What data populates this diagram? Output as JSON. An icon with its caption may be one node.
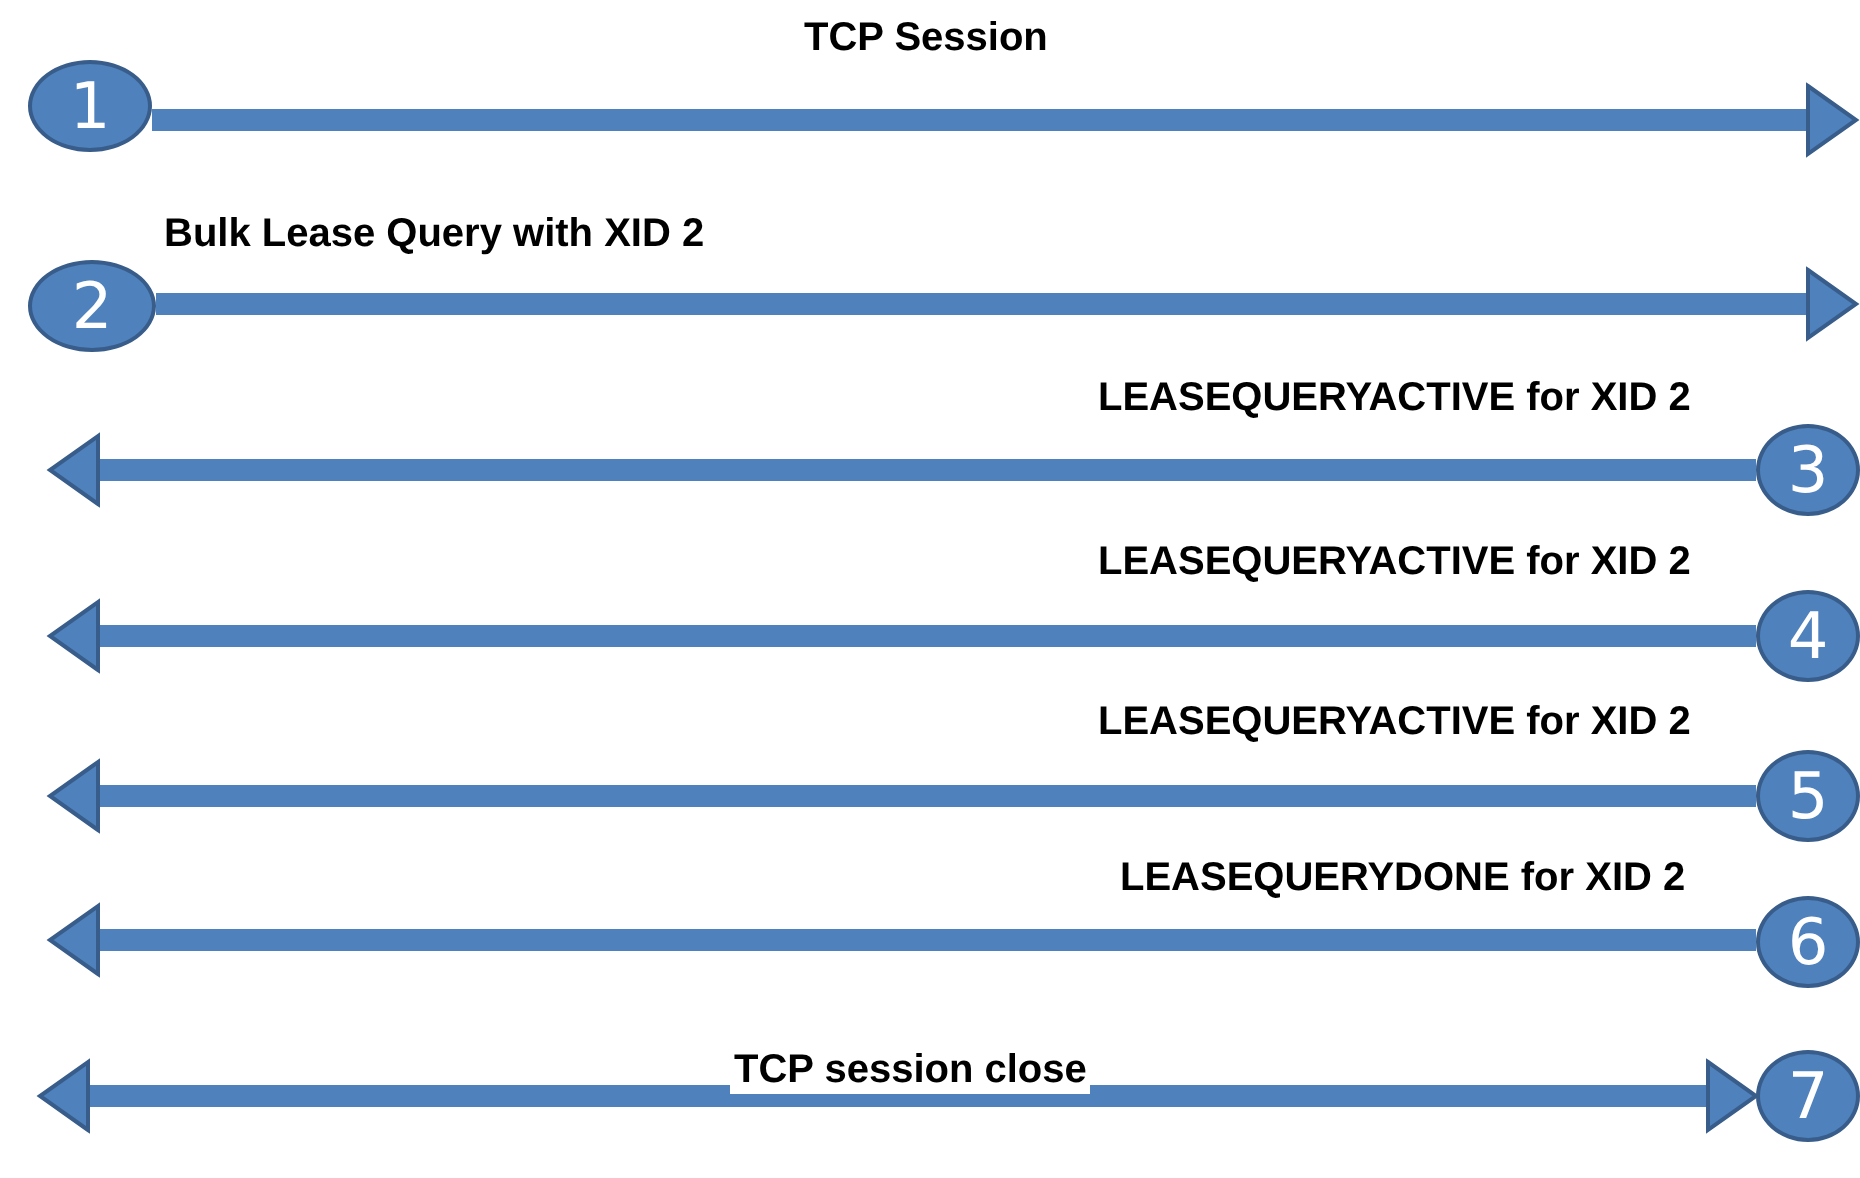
{
  "diagram": {
    "nodes": [
      {
        "text": [
          "1"
        ]
      },
      {
        "text": [
          "2"
        ]
      },
      {
        "text": [
          "3"
        ]
      },
      {
        "text": [
          "4"
        ]
      },
      {
        "text": [
          "5"
        ]
      },
      {
        "text": [
          "6"
        ]
      },
      {
        "text": [
          "7"
        ]
      }
    ],
    "edges": [
      {
        "from": 0,
        "to": null,
        "arrow": "to",
        "label": "TCP Session"
      },
      {
        "from": 1,
        "to": null,
        "arrow": "to",
        "label": "Bulk Lease Query with XID 2"
      },
      {
        "from": 2,
        "to": null,
        "arrow": "to",
        "label": "LEASEQUERYACTIVE for XID 2"
      },
      {
        "from": 3,
        "to": null,
        "arrow": "to",
        "label": "LEASEQUERYACTIVE for XID 2"
      },
      {
        "from": 4,
        "to": null,
        "arrow": "to",
        "label": "LEASEQUERYACTIVE for XID 2"
      },
      {
        "from": 5,
        "to": null,
        "arrow": "to",
        "label": "LEASEQUERYDONE for XID 2"
      },
      {
        "from": 6,
        "to": null,
        "arrow": "both",
        "label": "TCP session close"
      }
    ]
  }
}
